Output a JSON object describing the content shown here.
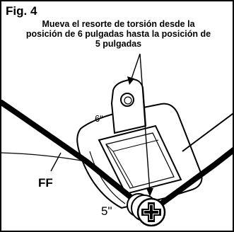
{
  "figure": {
    "label": "Fig. 4",
    "caption_lines": [
      "Mueva el resorte de torsión desde la",
      "posición de 6 pulgadas hasta la posición de",
      "5 pulgadas"
    ]
  },
  "callouts": {
    "position_6": "6ʺ",
    "position_5": "5ʺ",
    "ff_label": "FF"
  },
  "colors": {
    "ink": "#000000",
    "paper": "#ffffff"
  }
}
